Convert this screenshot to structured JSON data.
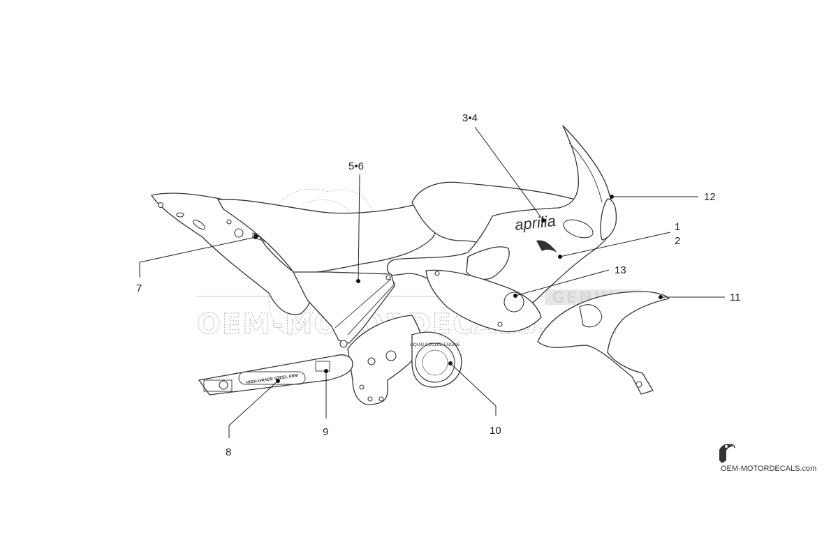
{
  "callouts": [
    {
      "id": "1",
      "label": "1"
    },
    {
      "id": "2",
      "label": "2"
    },
    {
      "id": "3-4",
      "label": "3•4"
    },
    {
      "id": "5-6",
      "label": "5•6"
    },
    {
      "id": "7",
      "label": "7"
    },
    {
      "id": "8",
      "label": "8"
    },
    {
      "id": "9",
      "label": "9"
    },
    {
      "id": "10",
      "label": "10"
    },
    {
      "id": "11",
      "label": "11"
    },
    {
      "id": "12",
      "label": "12"
    },
    {
      "id": "13",
      "label": "13"
    }
  ],
  "decals": {
    "brand": "aprilia",
    "swingarm": "HIGH-GRADE STEEL ARM",
    "cooler": "LIQUID COOLED ENGINE"
  },
  "watermark": {
    "main": "OEM-MOTORDECALS.com",
    "sub": "GENUINE"
  },
  "logo": {
    "text": "OEM-MOTORDECALS.com"
  },
  "colors": {
    "line": "#333333",
    "watermark": "#b8b8b8"
  }
}
